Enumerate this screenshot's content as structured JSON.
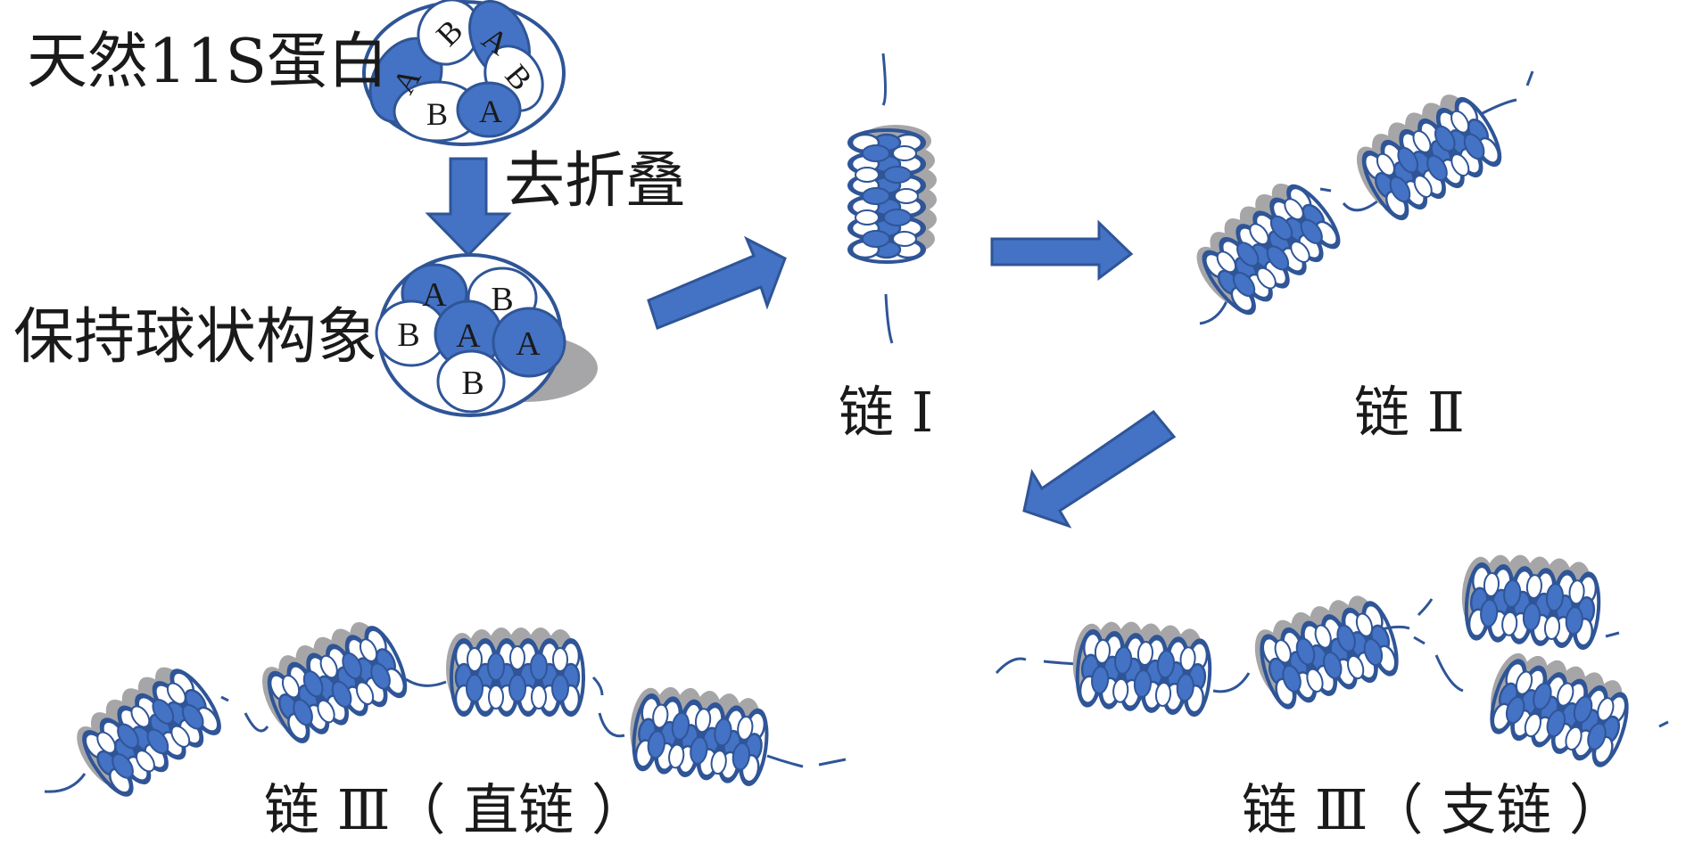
{
  "labels": {
    "native": "天然11S蛋白",
    "unfold": "去折叠",
    "globular": "保持球状构象",
    "chain1": "链 Ⅰ",
    "chain2": "链 Ⅱ",
    "chain3_straight": "链 Ⅲ（ 直链 ）",
    "chain3_branched": "链 Ⅲ（ 支链 ）"
  },
  "native_subunits": [
    "A",
    "B",
    "A",
    "B",
    "A",
    "B"
  ],
  "globular_subunits": [
    "A",
    "B",
    "B",
    "A",
    "A",
    "B"
  ],
  "colors": {
    "fill": "#4472C4",
    "outline": "#2F5597",
    "shadow": "#A6A6A8",
    "text": "#1a1a1a"
  },
  "chains": {
    "chain1": {
      "coils": 1
    },
    "chain2": {
      "coils": 2
    },
    "chain3_straight": {
      "coils": 4
    },
    "chain3_branched": {
      "coils": 4
    }
  }
}
